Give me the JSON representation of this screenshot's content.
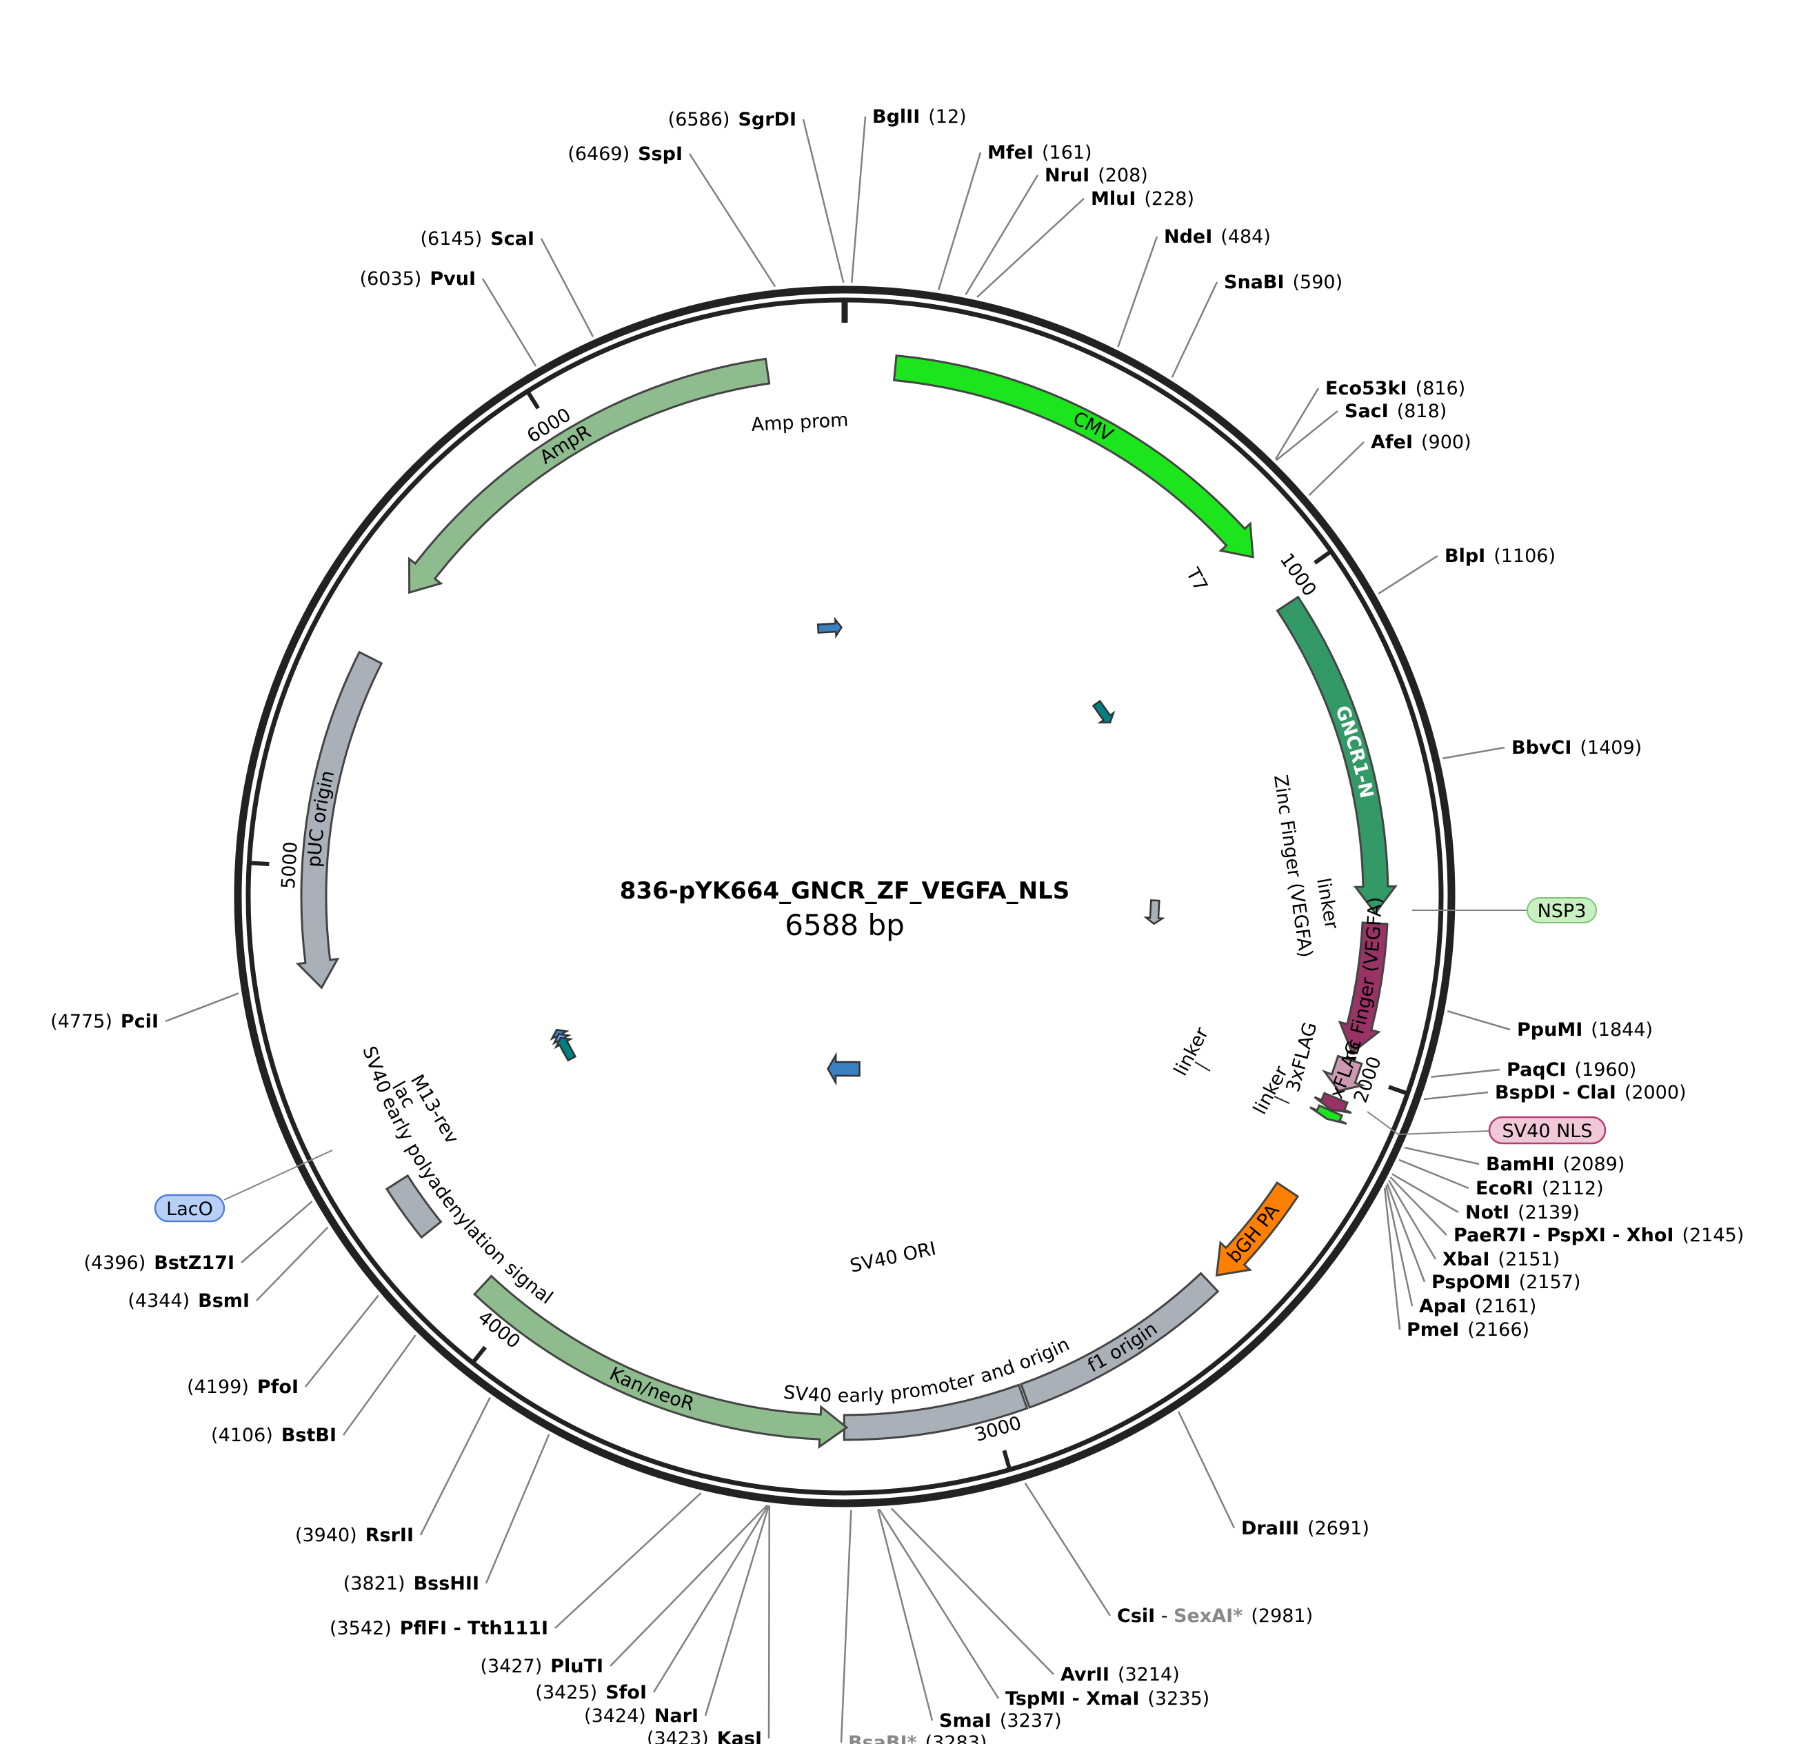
{
  "plasmid": {
    "name": "836-pYK664_GNCR_ZF_VEGFA_NLS",
    "length_label": "6588 bp",
    "length": 6588
  },
  "ticks": [
    {
      "pos": 1000,
      "label": "1000"
    },
    {
      "pos": 2000,
      "label": "2000"
    },
    {
      "pos": 3000,
      "label": "3000"
    },
    {
      "pos": 4000,
      "label": "4000"
    },
    {
      "pos": 5000,
      "label": "5000"
    },
    {
      "pos": 6000,
      "label": "6000"
    }
  ],
  "features": [
    {
      "name": "CMV",
      "start": 100,
      "end": 920,
      "dir": 1,
      "color": "#1de51d",
      "label": "CMV"
    },
    {
      "name": "GNCR1-N",
      "start": 1035,
      "end": 1680,
      "dir": 1,
      "color": "#339966",
      "label": "GNCR1-N",
      "text_color": "#ffffff"
    },
    {
      "name": "Zinc Finger (VEGFA)",
      "start": 1700,
      "end": 1960,
      "dir": 1,
      "color": "#993366",
      "label": "Zinc Finger (VEGFA)"
    },
    {
      "name": "3xFLAG",
      "start": 1975,
      "end": 2040,
      "dir": 1,
      "color": "#cc99b2",
      "label": "3xFLAG"
    },
    {
      "name": "SV40 NLS",
      "start": 2055,
      "end": 2080,
      "dir": 1,
      "color": "#993366",
      "label": ""
    },
    {
      "name": "green-small",
      "start": 2082,
      "end": 2100,
      "dir": 1,
      "color": "#1de51d",
      "label": ""
    },
    {
      "name": "bGH PA",
      "start": 2260,
      "end": 2480,
      "dir": 1,
      "color": "#ff8000",
      "label": "bGH PA"
    },
    {
      "name": "f1 origin",
      "start": 2500,
      "end": 2930,
      "dir": 0,
      "color": "#a9b0b8",
      "label": "f1 origin"
    },
    {
      "name": "SV40 early promoter and origin",
      "start": 2935,
      "end": 3295,
      "dir": 0,
      "color": "#a9b0b8",
      "label": "SV40 early promoter and origin"
    },
    {
      "name": "Kan/neoR",
      "start": 3290,
      "end": 4080,
      "dir": -1,
      "color": "#8fbc8f",
      "label": "Kan/neoR"
    },
    {
      "name": "SV40 early polyadenylation signal",
      "start": 4230,
      "end": 4345,
      "dir": 0,
      "color": "#a9b0b8",
      "label": "SV40 early polyadenylation signal"
    },
    {
      "name": "pUC origin",
      "start": 4760,
      "end": 5430,
      "dir": -1,
      "color": "#a9b0b8",
      "label": "pUC origin"
    },
    {
      "name": "AmpR",
      "start": 5580,
      "end": 6435,
      "dir": -1,
      "color": "#8fbc8f",
      "label": "AmpR"
    }
  ],
  "small_features": [
    {
      "name": "Amp prom",
      "pos": 6530,
      "r": 390,
      "color": "#3a7fc0",
      "label": "Amp prom"
    },
    {
      "name": "T7",
      "pos": 1000,
      "r": 460,
      "color": "#008080",
      "label": "T7"
    },
    {
      "name": "linker",
      "pos": 1700,
      "r": 450,
      "color": "#a9b0b8",
      "label": "linker"
    },
    {
      "name": "SV40 ORI",
      "pos": 3300,
      "r": 250,
      "color": "#3a7fc0",
      "label": "SV40 ORI"
    },
    {
      "name": "M13-rev",
      "pos": 4448,
      "r": 460,
      "color": "#3a7fc0",
      "label": "M13-rev"
    },
    {
      "name": "lac",
      "pos": 4432,
      "r": 460,
      "color": "#6699ff",
      "label": "lac"
    },
    {
      "name": "teal-lac",
      "pos": 4418,
      "r": 460,
      "color": "#008080",
      "label": ""
    }
  ],
  "free_labels": [
    {
      "text": "linker",
      "ref": "linker-left"
    },
    {
      "text": "linker",
      "ref": "linker-right"
    }
  ],
  "boxed_labels": [
    {
      "text": "NSP3",
      "fill": "#c8f0c0",
      "stroke": "#7cc47c"
    },
    {
      "text": "SV40 NLS",
      "fill": "#f0c8d8",
      "stroke": "#b04070"
    },
    {
      "text": "LacO",
      "fill": "#b8d0f8",
      "stroke": "#5080d0"
    }
  ],
  "sites": [
    {
      "name": "BglII",
      "pos": "12"
    },
    {
      "name": "MfeI",
      "pos": "161"
    },
    {
      "name": "NruI",
      "pos": "208"
    },
    {
      "name": "MluI",
      "pos": "228"
    },
    {
      "name": "NdeI",
      "pos": "484"
    },
    {
      "name": "SnaBI",
      "pos": "590"
    },
    {
      "name": "Eco53kI",
      "pos": "816"
    },
    {
      "name": "SacI",
      "pos": "818"
    },
    {
      "name": "AfeI",
      "pos": "900"
    },
    {
      "name": "BlpI",
      "pos": "1106"
    },
    {
      "name": "BbvCI",
      "pos": "1409"
    },
    {
      "name": "PpuMI",
      "pos": "1844"
    },
    {
      "name": "PaqCI",
      "pos": "1960"
    },
    {
      "name": "BspDI - ClaI",
      "pos": "2000"
    },
    {
      "name": "BamHI",
      "pos": "2089"
    },
    {
      "name": "EcoRI",
      "pos": "2112"
    },
    {
      "name": "NotI",
      "pos": "2139"
    },
    {
      "name": "PaeR7I - PspXI - XhoI",
      "pos": "2145"
    },
    {
      "name": "XbaI",
      "pos": "2151"
    },
    {
      "name": "PspOMI",
      "pos": "2157"
    },
    {
      "name": "ApaI",
      "pos": "2161"
    },
    {
      "name": "PmeI",
      "pos": "2166"
    },
    {
      "name": "DraIII",
      "pos": "2691"
    },
    {
      "name": "CsiI",
      "name2": "SexAI*",
      "pos": "2981"
    },
    {
      "name": "AvrII",
      "pos": "3214"
    },
    {
      "name": "TspMI - XmaI",
      "pos": "3235"
    },
    {
      "name": "SmaI",
      "pos": "3237"
    },
    {
      "name": "BsaBI*",
      "pos": "3283"
    },
    {
      "name": "KasI",
      "pos": "3423"
    },
    {
      "name": "NarI",
      "pos": "3424"
    },
    {
      "name": "SfoI",
      "pos": "3425"
    },
    {
      "name": "PluTI",
      "pos": "3427"
    },
    {
      "name": "PflFI - Tth111I",
      "pos": "3542"
    },
    {
      "name": "BssHII",
      "pos": "3821"
    },
    {
      "name": "RsrII",
      "pos": "3940"
    },
    {
      "name": "BstBI",
      "pos": "4106"
    },
    {
      "name": "PfoI",
      "pos": "4199"
    },
    {
      "name": "BsmI",
      "pos": "4344"
    },
    {
      "name": "BstZ17I",
      "pos": "4396"
    },
    {
      "name": "PciI",
      "pos": "4775"
    },
    {
      "name": "PvuI",
      "pos": "6035"
    },
    {
      "name": "ScaI",
      "pos": "6145"
    },
    {
      "name": "SspI",
      "pos": "6469"
    },
    {
      "name": "SgrDI",
      "pos": "6586"
    }
  ],
  "colors": {
    "backbone": "#222222",
    "leader": "#808080",
    "greyed_site": "#888888"
  }
}
